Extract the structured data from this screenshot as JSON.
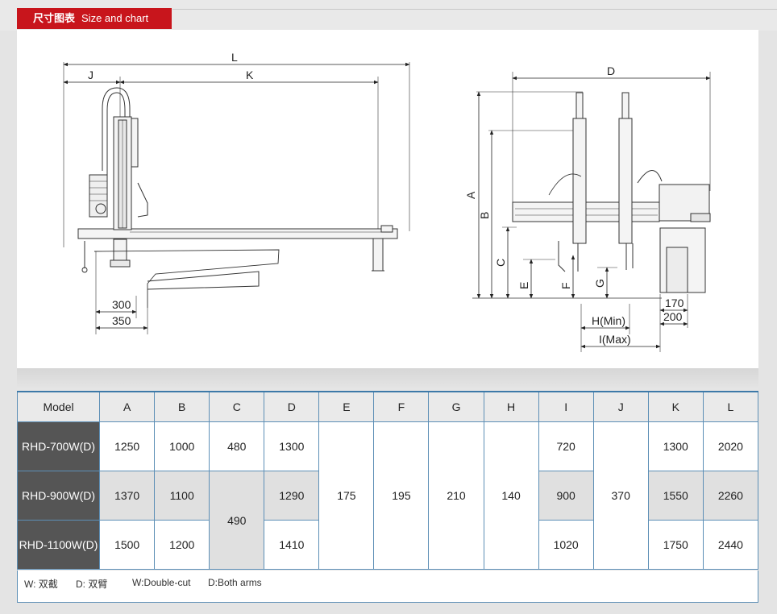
{
  "header": {
    "title_cn": "尺寸图表",
    "title_en": "Size and chart",
    "accent_color": "#c8151c"
  },
  "drawing": {
    "front_view_labels": {
      "L": "L",
      "J": "J",
      "K": "K",
      "w300": "300",
      "w350": "350"
    },
    "side_view_labels": {
      "D": "D",
      "A": "A",
      "B": "B",
      "C": "C",
      "E": "E",
      "F": "F",
      "G": "G",
      "H": "H(Min)",
      "I": "I(Max)",
      "w170": "170",
      "w200": "200"
    }
  },
  "table": {
    "headers": [
      "Model",
      "A",
      "B",
      "C",
      "D",
      "E",
      "F",
      "G",
      "H",
      "I",
      "J",
      "K",
      "L"
    ],
    "rows": [
      {
        "model": "RHD-700W(D)",
        "A": "1250",
        "B": "1000",
        "C": "480",
        "D": "1300",
        "I": "720",
        "K": "1300",
        "L": "2020"
      },
      {
        "model": "RHD-900W(D)",
        "A": "1370",
        "B": "1100",
        "D": "1290",
        "I": "900",
        "K": "1550",
        "L": "2260"
      },
      {
        "model": "RHD-1100W(D)",
        "A": "1500",
        "B": "1200",
        "D": "1410",
        "I": "1020",
        "K": "1750",
        "L": "2440"
      }
    ],
    "merged": {
      "C_900_1100": "490",
      "E": "175",
      "F": "195",
      "G": "210",
      "H": "140",
      "J": "370"
    }
  },
  "footnote": {
    "w_cn": "W:  双截",
    "d_cn": "D:  双臂",
    "w_en": "W:Double-cut",
    "d_en": "D:Both arms"
  }
}
